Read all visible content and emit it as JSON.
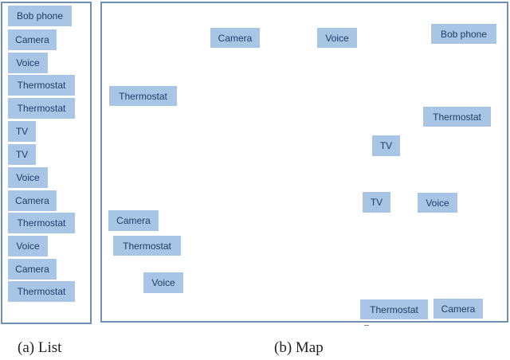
{
  "list_panel": {
    "items": [
      "Bob phone",
      "Camera",
      "Voice",
      "Thermostat",
      "Thermostat",
      "TV",
      "TV",
      "Voice",
      "Camera",
      "Thermostat",
      "Voice",
      "Camera",
      "Thermostat"
    ]
  },
  "map_panel": {
    "items": [
      "Camera",
      "Voice",
      "Bob phone",
      "Thermostat",
      "Thermostat",
      "TV",
      "TV",
      "Voice",
      "Camera",
      "Thermostat",
      "Voice",
      "Thermostat",
      "Camera"
    ]
  },
  "captions": {
    "list": "(a) List",
    "map": "(b) Map"
  },
  "colors": {
    "tag_fill": "#a8c5e6",
    "tag_text": "#1f3f66",
    "panel_border": "#6f8fb3"
  }
}
